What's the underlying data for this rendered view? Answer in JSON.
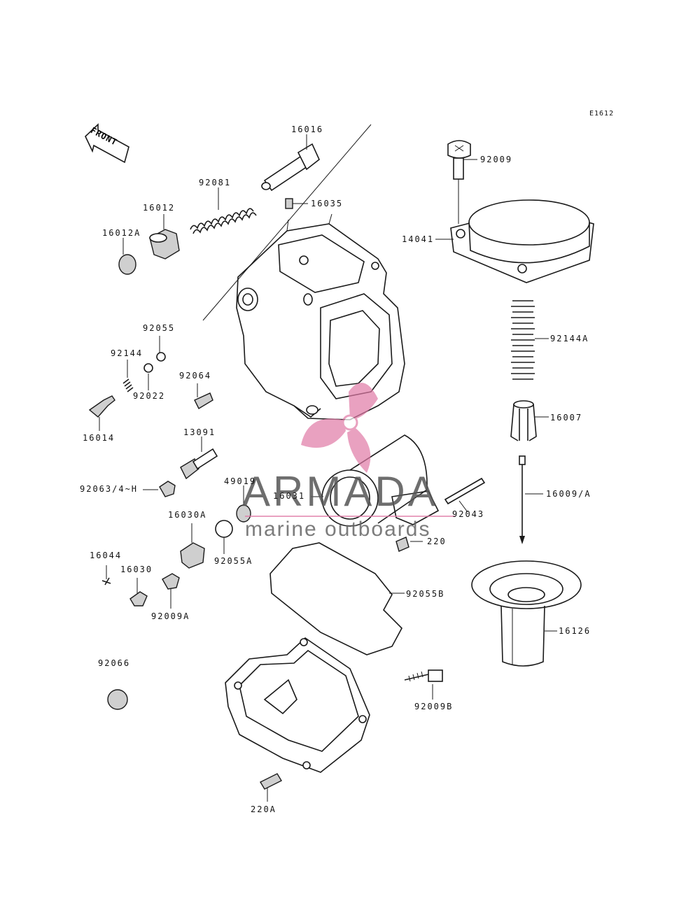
{
  "diagram_code": "E1612",
  "front_label": "FRONT",
  "watermark": {
    "title": "ARMADA",
    "subtitle": "marine outboards",
    "accent_color": "#e07aa6"
  },
  "parts": [
    {
      "id": "16016"
    },
    {
      "id": "92081"
    },
    {
      "id": "16035"
    },
    {
      "id": "16012"
    },
    {
      "id": "16012A"
    },
    {
      "id": "92009"
    },
    {
      "id": "14041"
    },
    {
      "id": "92144A"
    },
    {
      "id": "16007"
    },
    {
      "id": "16009/A"
    },
    {
      "id": "92055"
    },
    {
      "id": "92144"
    },
    {
      "id": "92022"
    },
    {
      "id": "92064"
    },
    {
      "id": "16014"
    },
    {
      "id": "13091"
    },
    {
      "id": "92063/4~H"
    },
    {
      "id": "49019"
    },
    {
      "id": "16031"
    },
    {
      "id": "92043"
    },
    {
      "id": "16030A"
    },
    {
      "id": "92055A"
    },
    {
      "id": "220"
    },
    {
      "id": "16044"
    },
    {
      "id": "16030"
    },
    {
      "id": "92009A"
    },
    {
      "id": "92055B"
    },
    {
      "id": "16126"
    },
    {
      "id": "92066"
    },
    {
      "id": "92009B"
    },
    {
      "id": "220A"
    }
  ]
}
